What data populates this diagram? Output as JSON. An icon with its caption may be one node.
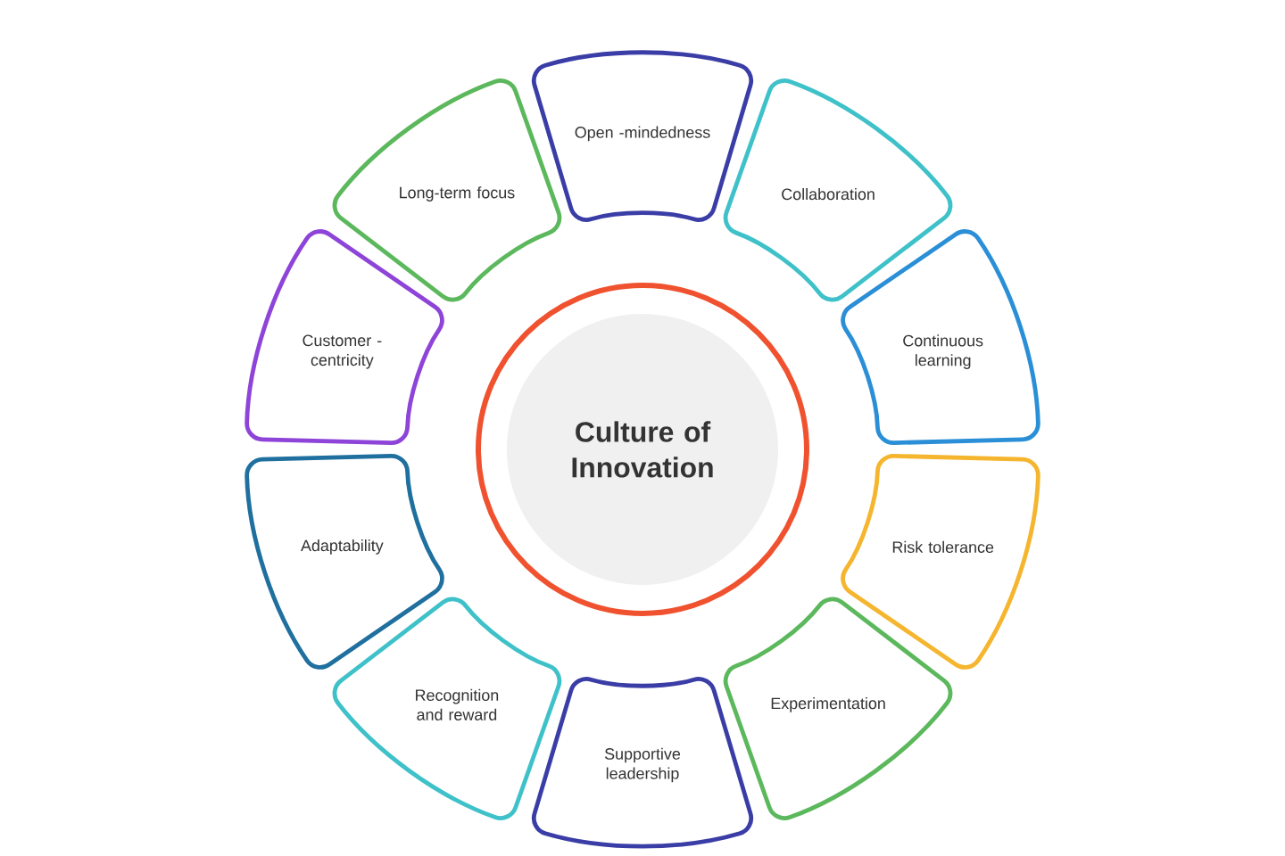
{
  "diagram": {
    "nodes": [
      {
        "text": [
          "Culture of Innovation"
        ]
      },
      {
        "text": [
          "Open -mindedness"
        ]
      },
      {
        "text": [
          "Collaboration"
        ]
      },
      {
        "text": [
          "Continuous learning"
        ]
      },
      {
        "text": [
          "Risk tolerance"
        ]
      },
      {
        "text": [
          "Experimentation"
        ]
      },
      {
        "text": [
          "Supportive leadership"
        ]
      },
      {
        "text": [
          "Recognition and reward"
        ]
      },
      {
        "text": [
          "Adaptability"
        ]
      },
      {
        "text": [
          "Customer -centricity"
        ]
      },
      {
        "text": [
          "Long-term focus"
        ]
      }
    ]
  }
}
